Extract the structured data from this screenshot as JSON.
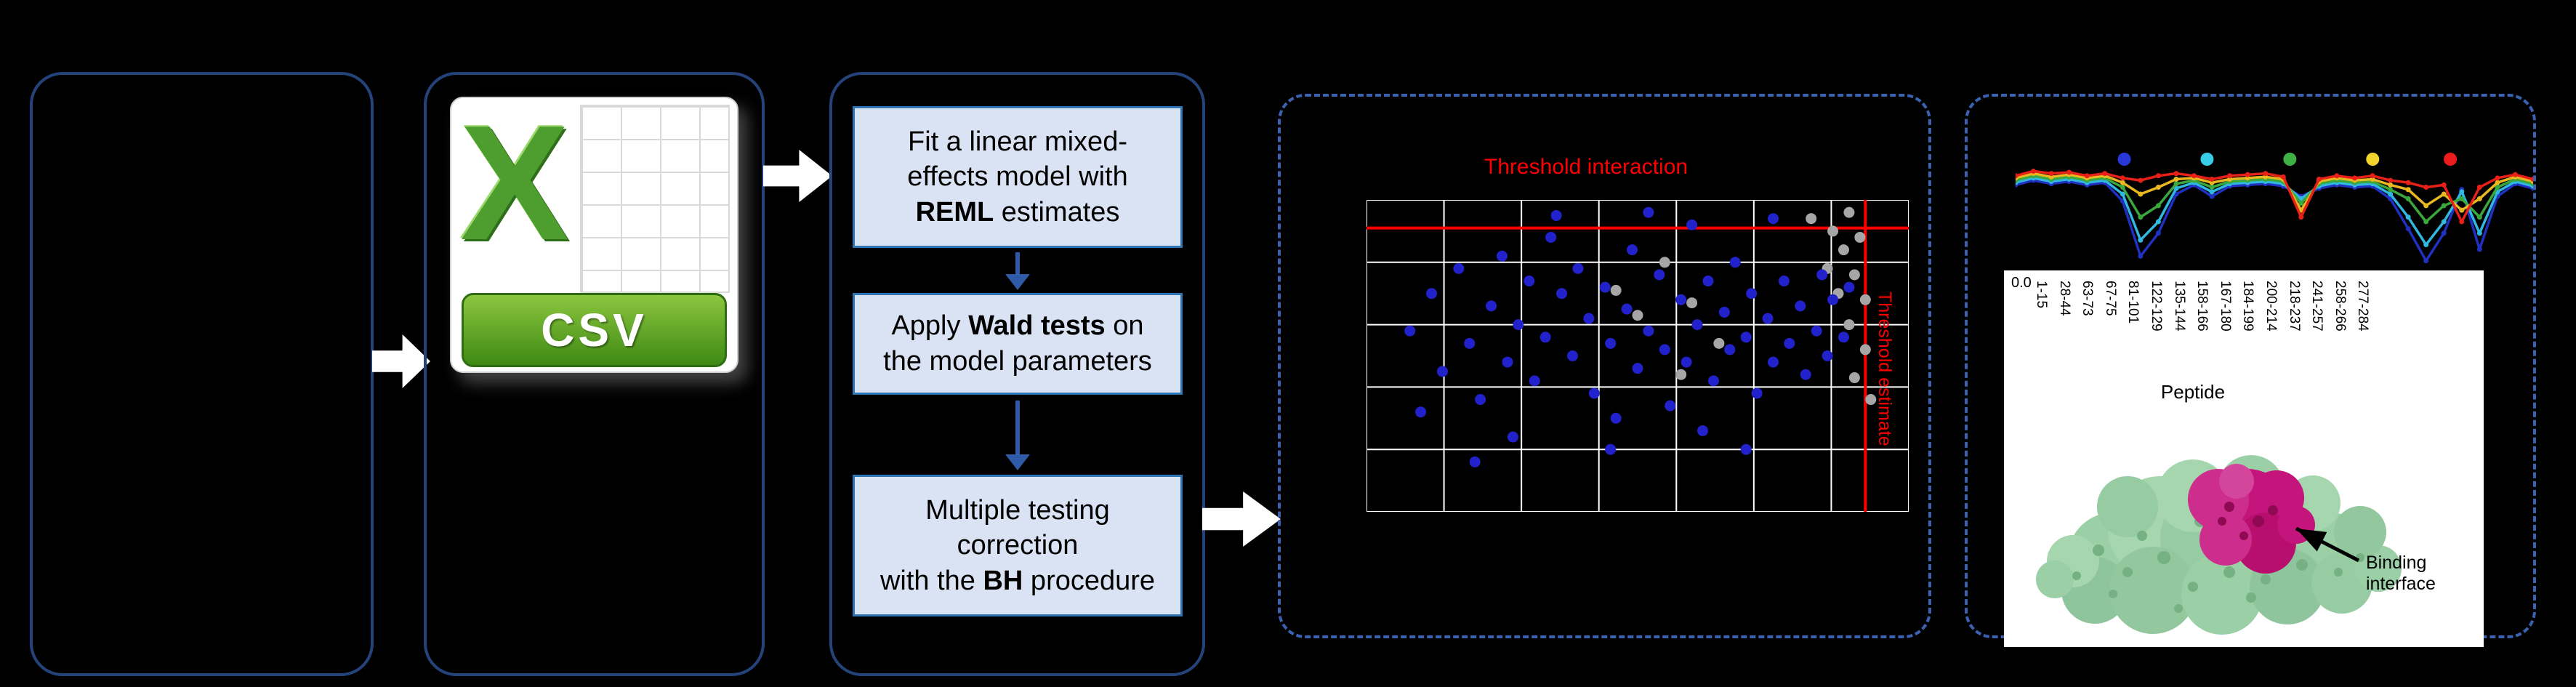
{
  "figure": {
    "background": "#000000",
    "accent_border": "#24437a",
    "dashed_border": "#3a62b0"
  },
  "csv": {
    "logo_letter": "X",
    "banner_label": "CSV"
  },
  "workflow": {
    "box_fill": "#dae3f3",
    "box_border": "#2e75b6",
    "steps": [
      {
        "segments": [
          {
            "t": "Fit a linear mixed-\neffects model with\n"
          },
          {
            "t": "REML",
            "b": true
          },
          {
            "t": " estimates"
          }
        ]
      },
      {
        "segments": [
          {
            "t": "Apply "
          },
          {
            "t": "Wald tests",
            "b": true
          },
          {
            "t": " on\nthe model parameters"
          }
        ]
      },
      {
        "segments": [
          {
            "t": "Multiple testing\ncorrection\nwith the "
          },
          {
            "t": "BH",
            "b": true
          },
          {
            "t": " procedure"
          }
        ]
      }
    ]
  },
  "peptide_axis": {
    "y_tick": "0.0",
    "labels": [
      "1-15",
      "28-44",
      "63-73",
      "67-75",
      "81-101",
      "122-129",
      "135-144",
      "158-166",
      "167-180",
      "184-199",
      "200-214",
      "218-237",
      "241-257",
      "258-266",
      "277-284"
    ],
    "axis_title": "Peptide"
  },
  "protein": {
    "annotation": "Binding interface"
  },
  "chart_data": [
    {
      "id": "threshold_scatter",
      "type": "scatter",
      "title": "Threshold interaction",
      "right_axis_label": "Threshold estimate",
      "grid": {
        "v_lines": 8,
        "h_lines": 6,
        "color": "#ffffff"
      },
      "threshold_color": "#ff0000",
      "threshold_h_pct": 9,
      "threshold_v_pct": 92,
      "series": [
        {
          "name": "non-significant",
          "color": "#a6a6a6",
          "points": [
            [
              82,
              6
            ],
            [
              86,
              10
            ],
            [
              89,
              4
            ],
            [
              88,
              16
            ],
            [
              91,
              12
            ],
            [
              85,
              22
            ],
            [
              90,
              24
            ],
            [
              92,
              32
            ],
            [
              89,
              40
            ],
            [
              92,
              48
            ],
            [
              90,
              57
            ],
            [
              93,
              64
            ],
            [
              87,
              30
            ],
            [
              55,
              20
            ],
            [
              60,
              33
            ],
            [
              50,
              37
            ],
            [
              65,
              46
            ],
            [
              58,
              56
            ],
            [
              46,
              29
            ]
          ]
        },
        {
          "name": "significant",
          "color": "#2222cc",
          "points": [
            [
              8,
              42
            ],
            [
              12,
              30
            ],
            [
              14,
              55
            ],
            [
              17,
              22
            ],
            [
              19,
              46
            ],
            [
              21,
              64
            ],
            [
              23,
              34
            ],
            [
              25,
              18
            ],
            [
              26,
              52
            ],
            [
              28,
              40
            ],
            [
              30,
              26
            ],
            [
              31,
              58
            ],
            [
              33,
              44
            ],
            [
              34,
              12
            ],
            [
              35,
              5
            ],
            [
              36,
              30
            ],
            [
              38,
              50
            ],
            [
              39,
              22
            ],
            [
              41,
              38
            ],
            [
              42,
              62
            ],
            [
              44,
              28
            ],
            [
              45,
              46
            ],
            [
              46,
              70
            ],
            [
              48,
              35
            ],
            [
              49,
              16
            ],
            [
              50,
              54
            ],
            [
              52,
              4
            ],
            [
              52,
              42
            ],
            [
              54,
              24
            ],
            [
              55,
              48
            ],
            [
              56,
              66
            ],
            [
              58,
              32
            ],
            [
              59,
              52
            ],
            [
              60,
              8
            ],
            [
              61,
              40
            ],
            [
              63,
              26
            ],
            [
              64,
              58
            ],
            [
              66,
              36
            ],
            [
              67,
              48
            ],
            [
              68,
              20
            ],
            [
              70,
              44
            ],
            [
              71,
              30
            ],
            [
              72,
              62
            ],
            [
              74,
              38
            ],
            [
              75,
              6
            ],
            [
              75,
              52
            ],
            [
              77,
              26
            ],
            [
              78,
              46
            ],
            [
              80,
              34
            ],
            [
              81,
              56
            ],
            [
              83,
              42
            ],
            [
              84,
              24
            ],
            [
              85,
              50
            ],
            [
              86,
              32
            ],
            [
              88,
              44
            ],
            [
              89,
              28
            ],
            [
              27,
              76
            ],
            [
              45,
              80
            ],
            [
              62,
              74
            ],
            [
              20,
              84
            ],
            [
              70,
              80
            ],
            [
              10,
              68
            ]
          ]
        }
      ]
    },
    {
      "id": "peptide_profile",
      "type": "line",
      "x_count": 30,
      "legend_dots": [
        {
          "color": "#2838d8",
          "x_pct": 21
        },
        {
          "color": "#38cde6",
          "x_pct": 37
        },
        {
          "color": "#3fb044",
          "x_pct": 53
        },
        {
          "color": "#f2d32b",
          "x_pct": 69
        },
        {
          "color": "#ea1c1c",
          "x_pct": 84
        }
      ],
      "series": [
        {
          "name": "blue",
          "color": "#2030c0",
          "values": [
            30,
            26,
            29,
            27,
            30,
            28,
            44,
            92,
            72,
            38,
            30,
            40,
            31,
            30,
            29,
            31,
            40,
            33,
            30,
            32,
            31,
            42,
            68,
            96,
            72,
            34,
            86,
            40,
            29,
            33
          ]
        },
        {
          "name": "cyan",
          "color": "#30b8e0",
          "values": [
            28,
            24,
            27,
            25,
            28,
            26,
            38,
            78,
            62,
            33,
            28,
            36,
            29,
            28,
            27,
            29,
            42,
            31,
            28,
            30,
            29,
            38,
            58,
            82,
            62,
            36,
            72,
            36,
            27,
            31
          ]
        },
        {
          "name": "green",
          "color": "#3aa83c",
          "values": [
            26,
            22,
            25,
            23,
            26,
            24,
            32,
            58,
            48,
            29,
            26,
            32,
            27,
            26,
            25,
            27,
            46,
            29,
            26,
            28,
            27,
            34,
            42,
            62,
            48,
            42,
            58,
            32,
            25,
            29
          ]
        },
        {
          "name": "orange",
          "color": "#e8b820",
          "values": [
            24,
            20,
            23,
            21,
            24,
            22,
            28,
            38,
            32,
            25,
            24,
            28,
            25,
            24,
            23,
            25,
            52,
            27,
            24,
            26,
            25,
            30,
            34,
            48,
            38,
            52,
            42,
            28,
            23,
            27
          ]
        },
        {
          "name": "red",
          "color": "#e82018",
          "values": [
            22,
            18,
            20,
            19,
            22,
            20,
            24,
            26,
            22,
            20,
            22,
            25,
            22,
            21,
            20,
            23,
            58,
            25,
            22,
            24,
            22,
            26,
            28,
            32,
            30,
            62,
            32,
            24,
            21,
            25
          ]
        }
      ]
    }
  ]
}
